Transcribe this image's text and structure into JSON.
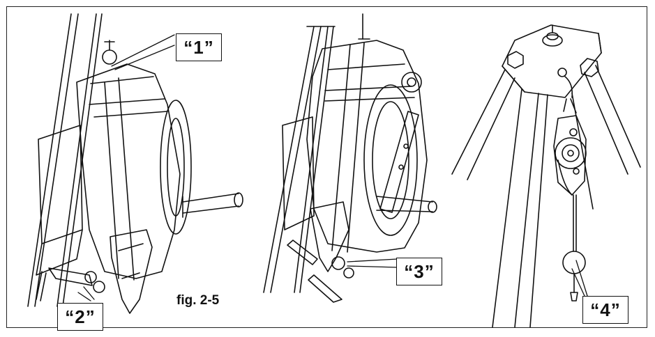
{
  "figure": {
    "caption": "fig. 2-5",
    "callouts": [
      "“1”",
      "“2”",
      "“3”",
      "“4”"
    ]
  },
  "icons": [
    "winch-on-post-illustration",
    "winch-detail-illustration",
    "tripod-pulley-illustration"
  ],
  "colors": {
    "line": "#111111",
    "background": "#ffffff"
  }
}
